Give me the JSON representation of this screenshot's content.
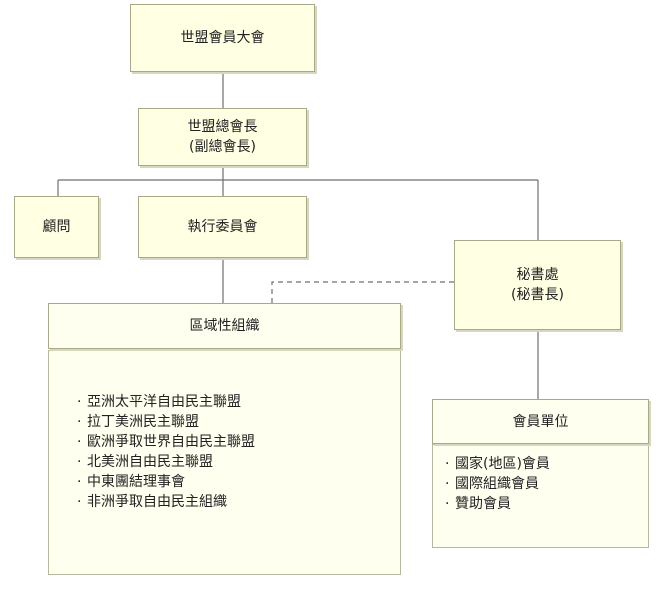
{
  "assembly": "世盟會員大會",
  "president": {
    "title": "世盟總會長",
    "deputy": "(副總會長)"
  },
  "advisors": "顧問",
  "executive_committee": "執行委員會",
  "secretariat": {
    "title": "秘書處",
    "head": "(秘書長)"
  },
  "regional": {
    "title": "區域性組織",
    "items": [
      "亞洲太平洋自由民主聯盟",
      "拉丁美洲民主聯盟",
      "歐洲爭取世界自由民主聯盟",
      "北美洲自由民主聯盟",
      "中東團結理事會",
      "非洲爭取自由民主組織"
    ]
  },
  "members": {
    "title": "會員單位",
    "items": [
      "國家(地區)會員",
      "國際組織會員",
      "贊助會員"
    ]
  },
  "colors": {
    "box_fill": "#ffffe3",
    "box_border": "#a9a98a",
    "line": "#6f6f6f"
  }
}
